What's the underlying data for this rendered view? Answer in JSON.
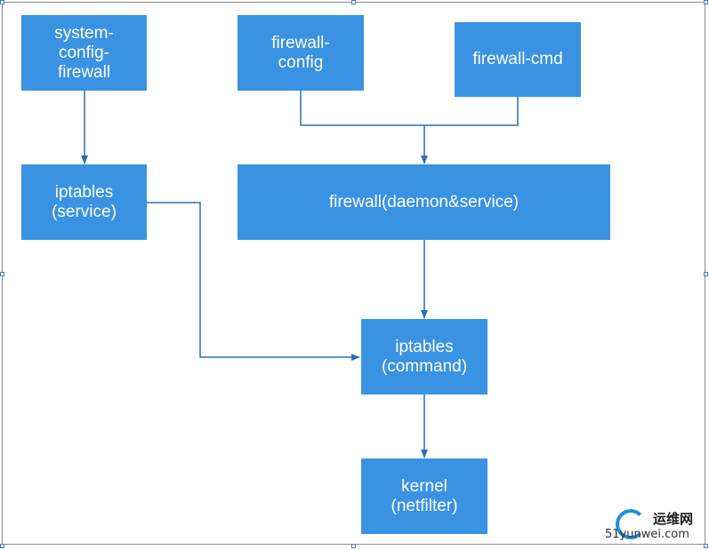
{
  "diagram": {
    "nodes": {
      "system_config_firewall": "system-\nconfig-\nfirewall",
      "firewall_config": "firewall-\nconfig",
      "firewall_cmd": "firewall-cmd",
      "iptables_service": "iptables\n(service)",
      "firewall_daemon": "firewall(daemon&service)",
      "iptables_command": "iptables\n(command)",
      "kernel": "kernel\n(netfilter)"
    },
    "edges": [
      {
        "from": "system_config_firewall",
        "to": "iptables_service"
      },
      {
        "from": "firewall_config",
        "to": "firewall_daemon"
      },
      {
        "from": "firewall_cmd",
        "to": "firewall_daemon"
      },
      {
        "from": "firewall_daemon",
        "to": "iptables_command"
      },
      {
        "from": "iptables_service",
        "to": "iptables_command"
      },
      {
        "from": "iptables_command",
        "to": "kernel"
      }
    ],
    "colors": {
      "node_fill": "#3a92e2",
      "node_text": "#ffffff",
      "connector": "#2f6fb3"
    }
  },
  "watermark": {
    "site_name": "运维网",
    "domain": "51yunwei.com",
    "icon": "logo-icon"
  }
}
